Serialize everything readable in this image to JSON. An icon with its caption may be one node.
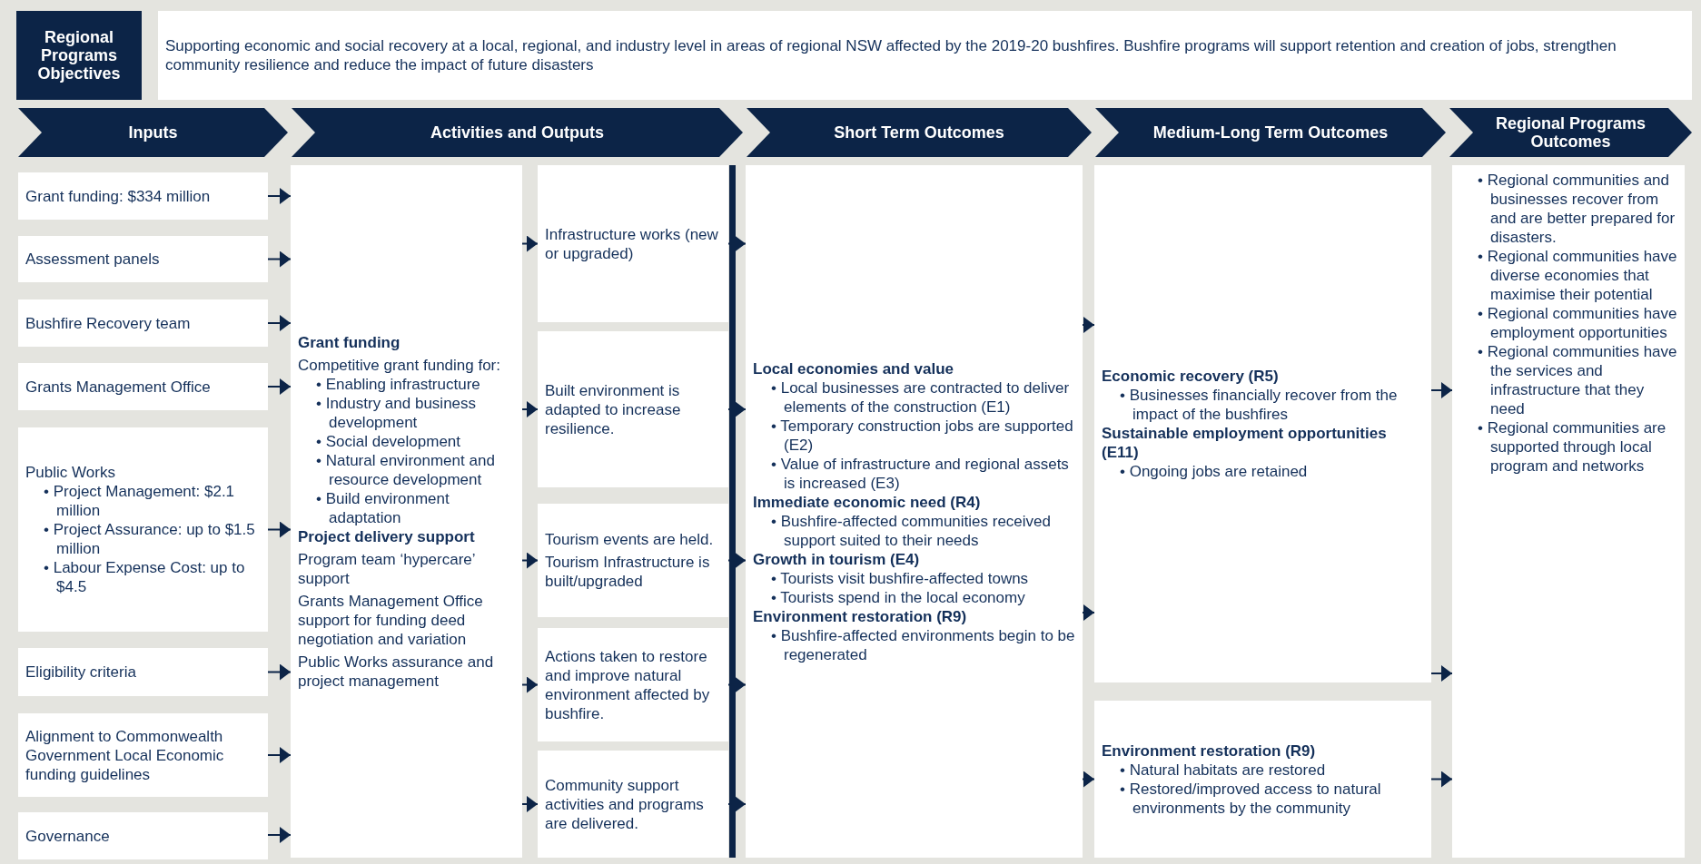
{
  "diagram": {
    "nodes": [
      {
        "text": [
          "Regional Programs Objectives"
        ]
      },
      {
        "text": [
          "Supporting economic and social recovery at a local, regional, and industry level in areas of regional NSW affected by the 2019-20 bushfires. Bushfire programs will support retention and creation of jobs, strengthen community resilience and reduce the impact of future disasters"
        ]
      },
      {
        "text": [
          "Inputs"
        ]
      },
      {
        "text": [
          "Activities and Outputs"
        ]
      },
      {
        "text": [
          "Short Term Outcomes"
        ]
      },
      {
        "text": [
          "Medium-Long Term Outcomes"
        ]
      },
      {
        "text": [
          "Regional Programs Outcomes"
        ]
      },
      {
        "text": [
          "Grant funding: $334 million"
        ]
      },
      {
        "text": [
          "Assessment panels"
        ]
      },
      {
        "text": [
          "Bushfire Recovery team"
        ]
      },
      {
        "text": [
          "Grants Management Office"
        ]
      },
      {
        "text": [
          "Public Works",
          "• Project Management: $2.1 million",
          "• Project Assurance: up to $1.5 million",
          "• Labour Expense Cost: up to $4.5"
        ]
      },
      {
        "text": [
          "Eligibility criteria"
        ]
      },
      {
        "text": [
          "Alignment to Commonwealth Government Local Economic funding guidelines"
        ]
      },
      {
        "text": [
          "Governance"
        ]
      },
      {
        "text": [
          "Grant funding",
          "Competitive grant funding for:",
          "• Enabling infrastructure",
          "• Industry and business development",
          "• Social development",
          "• Natural environment and resource development",
          "• Build environment adaptation",
          "Project delivery support",
          "Program team ‘hypercare’ support",
          "Grants Management Office support for funding deed negotiation and variation",
          "Public Works assurance and project management"
        ]
      },
      {
        "text": [
          "Infrastructure works (new or upgraded)"
        ]
      },
      {
        "text": [
          "Built environment is adapted to increase resilience."
        ]
      },
      {
        "text": [
          "Tourism events are held.",
          "Tourism Infrastructure is built/upgraded"
        ]
      },
      {
        "text": [
          "Actions taken to restore and improve natural environment affected by bushfire."
        ]
      },
      {
        "text": [
          "Community support activities and programs are delivered."
        ]
      },
      {
        "text": [
          "Local economies and value",
          "• Local businesses are contracted to deliver elements of the construction (E1)",
          "• Temporary construction jobs are supported (E2)",
          "• Value of infrastructure and regional assets is increased (E3)",
          "Immediate economic need (R4)",
          "• Bushfire-affected communities received support suited to their needs",
          "Growth in tourism (E4)",
          "• Tourists visit bushfire-affected towns",
          "• Tourists spend in the local economy",
          "Environment restoration (R9)",
          "• Bushfire-affected environments begin to be regenerated"
        ]
      },
      {
        "text": [
          "Economic recovery (R5)",
          "• Businesses financially recover from the impact of the bushfires",
          "Sustainable employment opportunities (E11)",
          "• Ongoing jobs are retained"
        ]
      },
      {
        "text": [
          "Environment restoration (R9)",
          "• Natural habitats are restored",
          "• Restored/improved access to natural environments by the community"
        ]
      },
      {
        "text": [
          "• Regional communities and businesses recover from and are better prepared for disasters.",
          "• Regional communities have diverse economies that maximise their potential",
          "• Regional communities have employment opportunities",
          "• Regional communities have the services and infrastructure that they need",
          "• Regional communities are supported through local program and networks"
        ]
      }
    ],
    "edges": [
      {
        "from": 7,
        "to": 15,
        "arrow": "to"
      },
      {
        "from": 8,
        "to": 15,
        "arrow": "to"
      },
      {
        "from": 9,
        "to": 15,
        "arrow": "to"
      },
      {
        "from": 10,
        "to": 15,
        "arrow": "to"
      },
      {
        "from": 11,
        "to": 15,
        "arrow": "to"
      },
      {
        "from": 12,
        "to": 15,
        "arrow": "to"
      },
      {
        "from": 13,
        "to": 15,
        "arrow": "to"
      },
      {
        "from": 14,
        "to": 15,
        "arrow": "to"
      },
      {
        "from": 15,
        "to": 16,
        "arrow": "to"
      },
      {
        "from": 15,
        "to": 17,
        "arrow": "to"
      },
      {
        "from": 15,
        "to": 18,
        "arrow": "to"
      },
      {
        "from": 15,
        "to": 19,
        "arrow": "to"
      },
      {
        "from": 15,
        "to": 20,
        "arrow": "to"
      },
      {
        "from": 16,
        "to": 21,
        "arrow": "to"
      },
      {
        "from": 17,
        "to": 21,
        "arrow": "to"
      },
      {
        "from": 18,
        "to": 21,
        "arrow": "to"
      },
      {
        "from": 19,
        "to": 21,
        "arrow": "to"
      },
      {
        "from": 20,
        "to": 21,
        "arrow": "to"
      },
      {
        "from": 21,
        "to": 22,
        "arrow": "to"
      },
      {
        "from": 21,
        "to": 22,
        "arrow": "to"
      },
      {
        "from": 21,
        "to": 23,
        "arrow": "to"
      },
      {
        "from": 22,
        "to": 24,
        "arrow": "to"
      },
      {
        "from": 22,
        "to": 24,
        "arrow": "to"
      },
      {
        "from": 23,
        "to": 24,
        "arrow": "to"
      }
    ]
  }
}
